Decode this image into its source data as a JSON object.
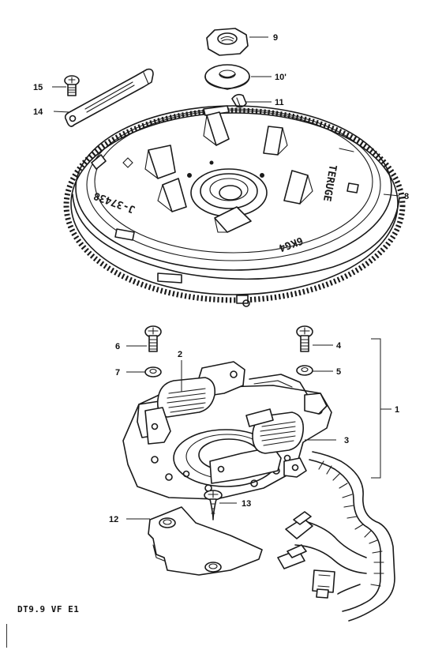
{
  "diagram": {
    "callouts": [
      {
        "id": "c1",
        "label": "1"
      },
      {
        "id": "c2",
        "label": "2"
      },
      {
        "id": "c3",
        "label": "3"
      },
      {
        "id": "c4",
        "label": "4"
      },
      {
        "id": "c5",
        "label": "5"
      },
      {
        "id": "c6",
        "label": "6"
      },
      {
        "id": "c7",
        "label": "7"
      },
      {
        "id": "c8",
        "label": "8"
      },
      {
        "id": "c9",
        "label": "9"
      },
      {
        "id": "c10",
        "label": "10'"
      },
      {
        "id": "c11",
        "label": "11"
      },
      {
        "id": "c12",
        "label": "12"
      },
      {
        "id": "c13",
        "label": "13"
      },
      {
        "id": "c14",
        "label": "14"
      },
      {
        "id": "c15",
        "label": "15"
      }
    ],
    "flywheel_stamps": {
      "part_number": "J-37438",
      "weight": "6KG4",
      "code": "TERUGE"
    }
  },
  "footer": {
    "model_code": "DT9.9 VF E1"
  }
}
